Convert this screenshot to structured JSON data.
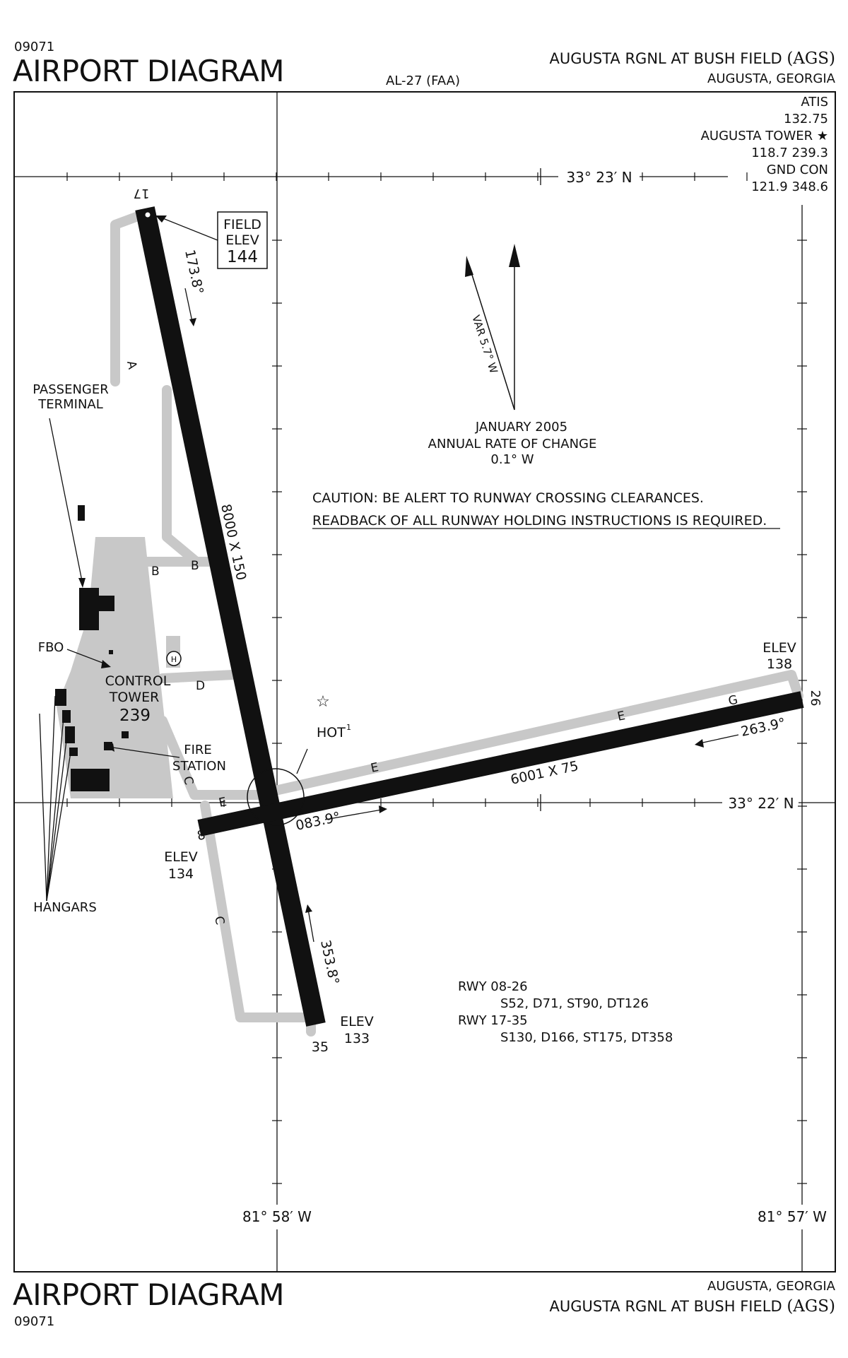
{
  "header": {
    "procedure_number": "09071",
    "title": "AIRPORT DIAGRAM",
    "chart_id": "AL-27 (FAA)",
    "airport_name": "AUGUSTA RGNL AT BUSH FIELD",
    "airport_ident": "(AGS)",
    "city_state": "AUGUSTA, GEORGIA"
  },
  "footer": {
    "title": "AIRPORT DIAGRAM",
    "procedure_number": "09071",
    "city_state": "AUGUSTA, GEORGIA",
    "airport_name": "AUGUSTA RGNL AT BUSH FIELD",
    "airport_ident": "(AGS)"
  },
  "frequencies": {
    "atis_label": "ATIS",
    "atis_freq": "132.75",
    "tower_label": "AUGUSTA TOWER",
    "tower_freq": "118.7  239.3",
    "ground_label": "GND CON",
    "ground_freq": "121.9  348.6"
  },
  "coordinates": {
    "lat_north": "33° 23′ N",
    "lat_south": "33° 22′ N",
    "lon_west": "81° 58′ W",
    "lon_east": "81° 57′ W"
  },
  "magnetic_variation": {
    "label": "VAR 5.7° W",
    "epoch": "JANUARY 2005",
    "rate_label": "ANNUAL RATE OF CHANGE",
    "rate": "0.1° W"
  },
  "caution": {
    "line1": "CAUTION: BE ALERT TO RUNWAY CROSSING CLEARANCES.",
    "line2": "READBACK OF ALL RUNWAY HOLDING INSTRUCTIONS IS REQUIRED."
  },
  "field_elev": {
    "label1": "FIELD",
    "label2": "ELEV",
    "value": "144"
  },
  "runways": {
    "rwy_17_35": {
      "end_a": "17",
      "end_b": "35",
      "dimensions": "8000 X 150",
      "heading_a": "173.8°",
      "heading_b": "353.8°",
      "elev_label": "ELEV",
      "elev_b": "133"
    },
    "rwy_08_26": {
      "end_a": "8",
      "end_b": "26",
      "dimensions": "6001 X 75",
      "heading_a": "083.9°",
      "heading_b": "263.9°",
      "elev_label": "ELEV",
      "elev_a": "134",
      "elev_b": "138"
    }
  },
  "taxiways": {
    "a": "A",
    "b": "B",
    "c": "C",
    "d": "D",
    "e": "E",
    "f": "F",
    "g": "G"
  },
  "labels": {
    "passenger_terminal_1": "PASSENGER",
    "passenger_terminal_2": "TERMINAL",
    "fbo": "FBO",
    "control_tower_1": "CONTROL",
    "control_tower_2": "TOWER",
    "control_tower_elev": "239",
    "fire_station_1": "FIRE",
    "fire_station_2": "STATION",
    "hangars": "HANGARS",
    "hot_spot": "HOT",
    "hot_spot_sup": "1",
    "heliport": "H"
  },
  "strength": {
    "rwy1_label": "RWY 08-26",
    "rwy1_values": "S52, D71, ST90, DT126",
    "rwy2_label": "RWY 17-35",
    "rwy2_values": "S130, D166, ST175, DT358"
  }
}
